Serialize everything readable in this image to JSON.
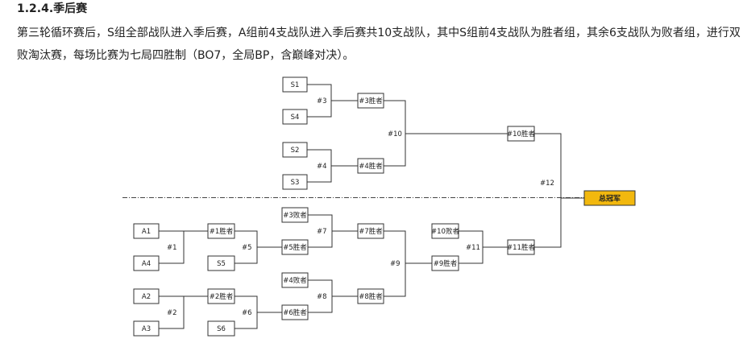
{
  "heading": "1.2.4.季后赛",
  "paragraph": "第三轮循环赛后，S组全部战队进入季后赛，A组前4支战队进入季后赛共10支战队，其中S组前4支战队为胜者组，其余6支战队为败者组，进行双败淘汰赛，每场比赛为七局四胜制（BO7，全局BP，含巅峰对决）。",
  "bracket": {
    "slots": {
      "s1": "S1",
      "s4": "S4",
      "s2": "S2",
      "s3": "S3",
      "w3": "#3胜者",
      "w4": "#4胜者",
      "w10": "#10胜者",
      "champion": "总冠军",
      "a1": "A1",
      "a4": "A4",
      "a2": "A2",
      "a3": "A3",
      "w1": "#1胜者",
      "s5": "S5",
      "w2": "#2胜者",
      "s6": "S6",
      "l3": "#3败者",
      "w5": "#5胜者",
      "l4": "#4败者",
      "w6": "#6胜者",
      "w7": "#7胜者",
      "w8": "#8胜者",
      "l10": "#10败者",
      "w9": "#9胜者",
      "w11": "#11胜者"
    },
    "matches": {
      "m1": "#1",
      "m2": "#2",
      "m3": "#3",
      "m4": "#4",
      "m5": "#5",
      "m6": "#6",
      "m7": "#7",
      "m8": "#8",
      "m9": "#9",
      "m10": "#10",
      "m11": "#11",
      "m12": "#12"
    }
  }
}
